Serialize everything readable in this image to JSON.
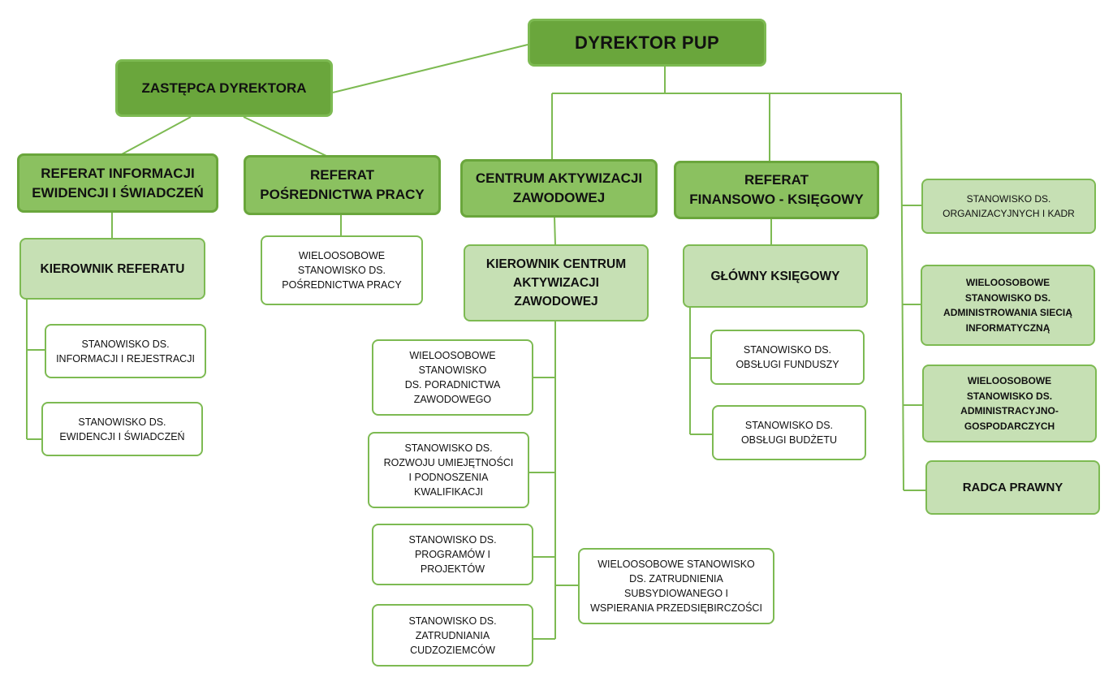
{
  "colors": {
    "director_fill": "#6aa63c",
    "unit_fill": "#8bc160",
    "lead_fill": "#c6e0b4",
    "post_fill": "#ffffff",
    "connector": "#7dba52"
  },
  "nodes": {
    "director": "DYREKTOR PUP",
    "deputy": "ZASTĘPCA DYREKTORA",
    "referat_info": "REFERAT INFORMACJI\nEWIDENCJI I ŚWIADCZEŃ",
    "referat_posr": "REFERAT\nPOŚREDNICTWA PRACY",
    "centrum": "CENTRUM AKTYWIZACJI\nZAWODOWEJ",
    "referat_fin": "REFERAT\nFINANSOWO - KSIĘGOWY",
    "kier_referatu": "KIEROWNIK REFERATU",
    "posr_post": "WIELOOSOBOWE\nSTANOWISKO DS.\nPOŚREDNICTWA PRACY",
    "kier_centrum": "KIEROWNIK CENTRUM\nAKTYWIZACJI\nZAWODOWEJ",
    "glowny_ksiegowy": "GŁÓWNY KSIĘGOWY",
    "info_rej": "STANOWISKO DS.\nINFORMACJI I REJESTRACJI",
    "ewid_swiad": "STANOWISKO DS.\nEWIDENCJI I ŚWIADCZEŃ",
    "poradnictwo": "WIELOOSOBOWE\nSTANOWISKO\nDS. PORADNICTWA\nZAWODOWEGO",
    "rozwoj": "STANOWISKO DS.\nROZWOJU UMIEJĘTNOŚCI\nI PODNOSZENIA\nKWALIFIKACJI",
    "programy": "STANOWISKO DS.\nPROGRAMÓW I\nPROJEKTÓW",
    "cudzoziemcy": "STANOWISKO DS.\nZATRUDNIANIA\nCUDZOZIEMCÓW",
    "subsyd": "WIELOOSOBOWE STANOWISKO\nDS. ZATRUDNIENIA\nSUBSYDIOWANEGO I\nWSPIERANIA PRZEDSIĘBIRCZOŚCI",
    "fundusze": "STANOWISKO DS.\nOBSŁUGI FUNDUSZY",
    "budzet": "STANOWISKO DS.\nOBSŁUGI BUDŻETU",
    "org_kadr": "STANOWISKO DS.\nORGANIZACYJNYCH I KADR",
    "it": "WIELOOSOBOWE\nSTANOWISKO DS.\nADMINISTROWANIA SIECIĄ\nINFORMATYCZNĄ",
    "admin_gosp": "WIELOOSOBOWE\nSTANOWISKO DS.\nADMINISTRACYJNO-\nGOSPODARCZYCH",
    "radca": "RADCA PRAWNY"
  }
}
